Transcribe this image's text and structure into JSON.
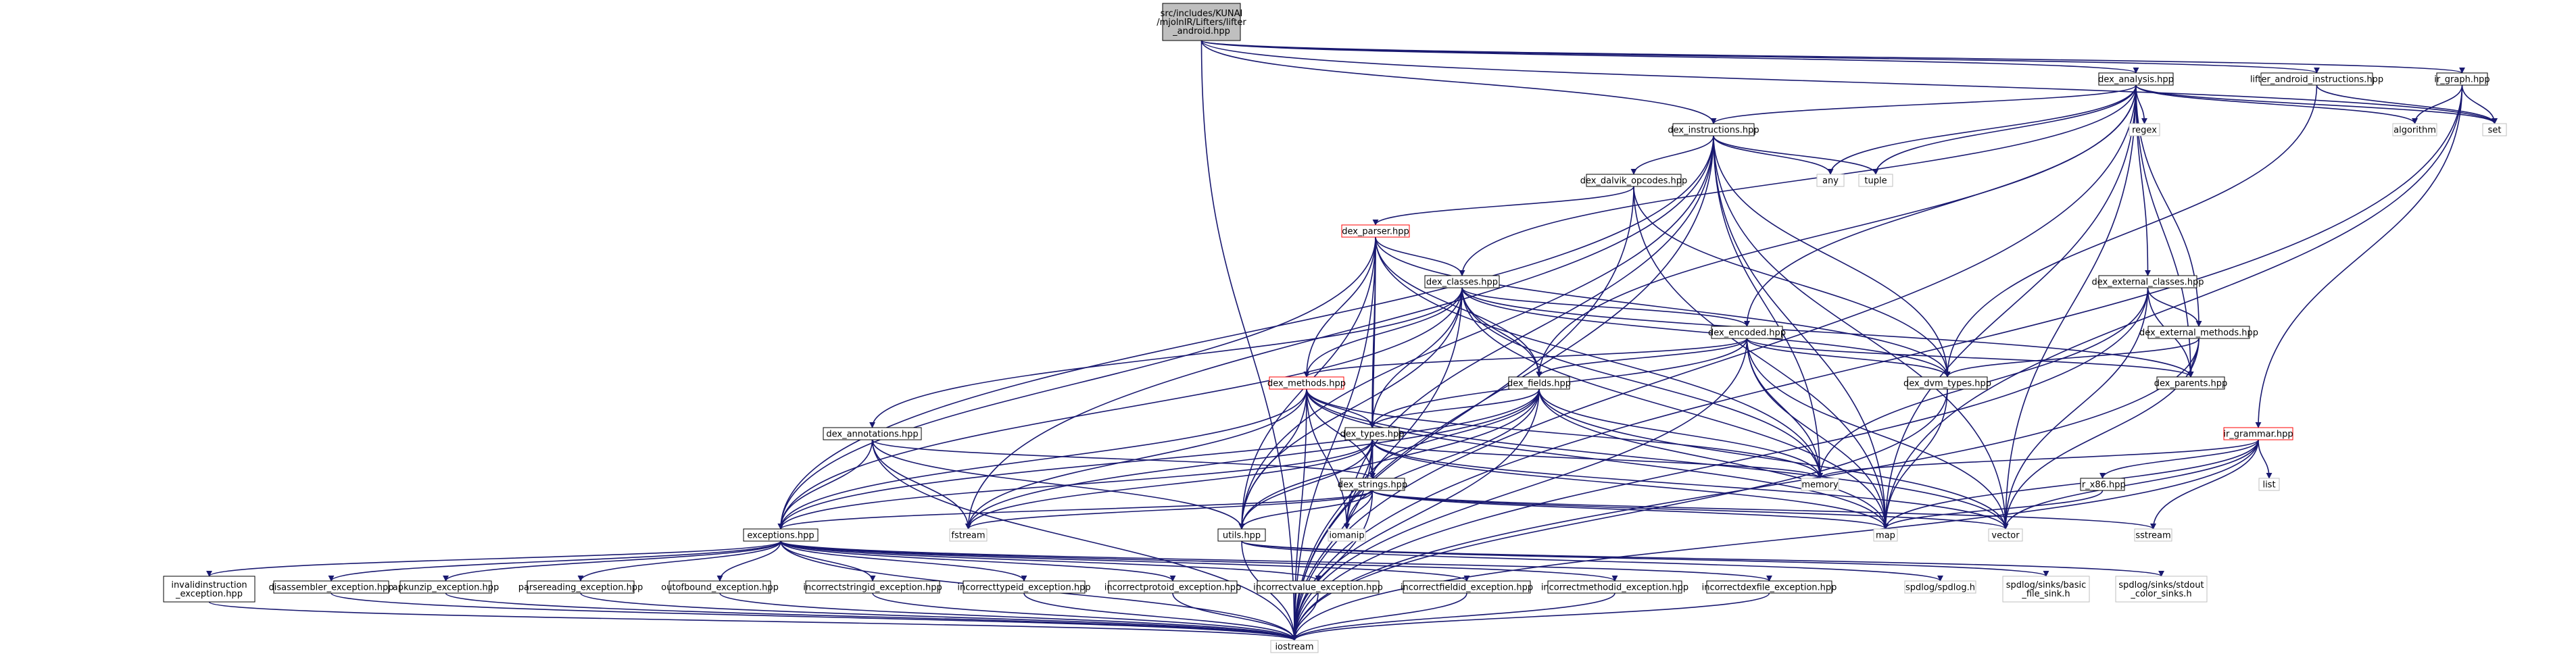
{
  "colors": {
    "edge": "#191970",
    "node_fill": "#ffffff",
    "node_border": "#000000",
    "node_border_truncated": "#ff0000",
    "root_fill": "#bfbfbf",
    "system_border": "#bfbfbf"
  },
  "nodes": [
    {
      "id": "root",
      "lines": [
        "src/includes/KUNAI",
        "/mjolnIR/Lifters/lifter",
        "_android.hpp"
      ],
      "style": "root"
    },
    {
      "id": "dex_analysis",
      "lines": [
        "dex_analysis.hpp"
      ],
      "style": "normal"
    },
    {
      "id": "lifter_android_instructions",
      "lines": [
        "lifter_android_instructions.hpp"
      ],
      "style": "normal"
    },
    {
      "id": "ir_graph",
      "lines": [
        "ir_graph.hpp"
      ],
      "style": "normal"
    },
    {
      "id": "dex_instructions",
      "lines": [
        "dex_instructions.hpp"
      ],
      "style": "normal"
    },
    {
      "id": "regex",
      "lines": [
        "regex"
      ],
      "style": "system"
    },
    {
      "id": "algorithm",
      "lines": [
        "algorithm"
      ],
      "style": "system"
    },
    {
      "id": "set",
      "lines": [
        "set"
      ],
      "style": "system"
    },
    {
      "id": "dex_dalvik_opcodes",
      "lines": [
        "dex_dalvik_opcodes.hpp"
      ],
      "style": "normal"
    },
    {
      "id": "any",
      "lines": [
        "any"
      ],
      "style": "system"
    },
    {
      "id": "tuple",
      "lines": [
        "tuple"
      ],
      "style": "system"
    },
    {
      "id": "dex_parser",
      "lines": [
        "dex_parser.hpp"
      ],
      "style": "truncated"
    },
    {
      "id": "dex_external_classes",
      "lines": [
        "dex_external_classes.hpp"
      ],
      "style": "normal"
    },
    {
      "id": "dex_classes",
      "lines": [
        "dex_classes.hpp"
      ],
      "style": "normal"
    },
    {
      "id": "dex_external_methods",
      "lines": [
        "dex_external_methods.hpp"
      ],
      "style": "normal"
    },
    {
      "id": "dex_encoded",
      "lines": [
        "dex_encoded.hpp"
      ],
      "style": "normal"
    },
    {
      "id": "dex_dvm_types",
      "lines": [
        "dex_dvm_types.hpp"
      ],
      "style": "normal"
    },
    {
      "id": "dex_parents",
      "lines": [
        "dex_parents.hpp"
      ],
      "style": "normal"
    },
    {
      "id": "dex_methods",
      "lines": [
        "dex_methods.hpp"
      ],
      "style": "truncated"
    },
    {
      "id": "dex_fields",
      "lines": [
        "dex_fields.hpp"
      ],
      "style": "normal"
    },
    {
      "id": "ir_grammar",
      "lines": [
        "ir_grammar.hpp"
      ],
      "style": "truncated"
    },
    {
      "id": "dex_annotations",
      "lines": [
        "dex_annotations.hpp"
      ],
      "style": "normal"
    },
    {
      "id": "dex_types",
      "lines": [
        "dex_types.hpp"
      ],
      "style": "normal"
    },
    {
      "id": "memory",
      "lines": [
        "memory"
      ],
      "style": "system"
    },
    {
      "id": "list",
      "lines": [
        "list"
      ],
      "style": "system"
    },
    {
      "id": "ir_x86",
      "lines": [
        "ir_x86.hpp"
      ],
      "style": "normal"
    },
    {
      "id": "dex_strings",
      "lines": [
        "dex_strings.hpp"
      ],
      "style": "normal"
    },
    {
      "id": "map",
      "lines": [
        "map"
      ],
      "style": "system"
    },
    {
      "id": "vector",
      "lines": [
        "vector"
      ],
      "style": "system"
    },
    {
      "id": "sstream",
      "lines": [
        "sstream"
      ],
      "style": "system"
    },
    {
      "id": "exceptions",
      "lines": [
        "exceptions.hpp"
      ],
      "style": "normal"
    },
    {
      "id": "fstream",
      "lines": [
        "fstream"
      ],
      "style": "system"
    },
    {
      "id": "utils",
      "lines": [
        "utils.hpp"
      ],
      "style": "normal"
    },
    {
      "id": "iomanip",
      "lines": [
        "iomanip"
      ],
      "style": "system"
    },
    {
      "id": "invalidinstruction_exception",
      "lines": [
        "invalidinstruction",
        "_exception.hpp"
      ],
      "style": "normal"
    },
    {
      "id": "disassembler_exception",
      "lines": [
        "disassembler_exception.hpp"
      ],
      "style": "normal"
    },
    {
      "id": "apkunzip_exception",
      "lines": [
        "apkunzip_exception.hpp"
      ],
      "style": "normal"
    },
    {
      "id": "parsereading_exception",
      "lines": [
        "parsereading_exception.hpp"
      ],
      "style": "normal"
    },
    {
      "id": "outofbound_exception",
      "lines": [
        "outofbound_exception.hpp"
      ],
      "style": "normal"
    },
    {
      "id": "incorrectstringid_exception",
      "lines": [
        "incorrectstringid_exception.hpp"
      ],
      "style": "normal"
    },
    {
      "id": "incorrecttypeid_exception",
      "lines": [
        "incorrecttypeid_exception.hpp"
      ],
      "style": "normal"
    },
    {
      "id": "incorrectprotoid_exception",
      "lines": [
        "incorrectprotoid_exception.hpp"
      ],
      "style": "normal"
    },
    {
      "id": "incorrectvalue_exception",
      "lines": [
        "incorrectvalue_exception.hpp"
      ],
      "style": "normal"
    },
    {
      "id": "incorrectfieldid_exception",
      "lines": [
        "incorrectfieldid_exception.hpp"
      ],
      "style": "normal"
    },
    {
      "id": "incorrectmethodid_exception",
      "lines": [
        "incorrectmethodid_exception.hpp"
      ],
      "style": "normal"
    },
    {
      "id": "incorrectdexfile_exception",
      "lines": [
        "incorrectdexfile_exception.hpp"
      ],
      "style": "normal"
    },
    {
      "id": "spdlog",
      "lines": [
        "spdlog/spdlog.h"
      ],
      "style": "system"
    },
    {
      "id": "spdlog_basic",
      "lines": [
        "spdlog/sinks/basic",
        "_file_sink.h"
      ],
      "style": "system"
    },
    {
      "id": "spdlog_stdout",
      "lines": [
        "spdlog/sinks/stdout",
        "_color_sinks.h"
      ],
      "style": "system"
    },
    {
      "id": "iostream",
      "lines": [
        "iostream"
      ],
      "style": "system"
    }
  ],
  "edges": [
    [
      "root",
      "dex_analysis"
    ],
    [
      "root",
      "lifter_android_instructions"
    ],
    [
      "root",
      "ir_graph"
    ],
    [
      "root",
      "dex_instructions"
    ],
    [
      "root",
      "set"
    ],
    [
      "root",
      "iostream"
    ],
    [
      "dex_analysis",
      "dex_instructions"
    ],
    [
      "dex_analysis",
      "regex"
    ],
    [
      "dex_analysis",
      "algorithm"
    ],
    [
      "dex_analysis",
      "set"
    ],
    [
      "dex_analysis",
      "any"
    ],
    [
      "dex_analysis",
      "tuple"
    ],
    [
      "dex_analysis",
      "dex_classes"
    ],
    [
      "dex_analysis",
      "dex_external_classes"
    ],
    [
      "dex_analysis",
      "dex_external_methods"
    ],
    [
      "dex_analysis",
      "dex_encoded"
    ],
    [
      "dex_analysis",
      "dex_fields"
    ],
    [
      "dex_analysis",
      "dex_parents"
    ],
    [
      "dex_analysis",
      "map"
    ],
    [
      "dex_analysis",
      "vector"
    ],
    [
      "dex_analysis",
      "iostream"
    ],
    [
      "lifter_android_instructions",
      "dex_dvm_types"
    ],
    [
      "lifter_android_instructions",
      "set"
    ],
    [
      "ir_graph",
      "algorithm"
    ],
    [
      "ir_graph",
      "set"
    ],
    [
      "ir_graph",
      "ir_grammar"
    ],
    [
      "ir_graph",
      "map"
    ],
    [
      "ir_graph",
      "iostream"
    ],
    [
      "dex_instructions",
      "dex_dalvik_opcodes"
    ],
    [
      "dex_instructions",
      "any"
    ],
    [
      "dex_instructions",
      "tuple"
    ],
    [
      "dex_instructions",
      "dex_dvm_types"
    ],
    [
      "dex_instructions",
      "exceptions"
    ],
    [
      "dex_instructions",
      "utils"
    ],
    [
      "dex_instructions",
      "fstream"
    ],
    [
      "dex_instructions",
      "memory"
    ],
    [
      "dex_instructions",
      "map"
    ],
    [
      "dex_instructions",
      "vector"
    ],
    [
      "dex_instructions",
      "iomanip"
    ],
    [
      "dex_instructions",
      "iostream"
    ],
    [
      "dex_dalvik_opcodes",
      "dex_parser"
    ],
    [
      "dex_dalvik_opcodes",
      "dex_dvm_types"
    ],
    [
      "dex_dalvik_opcodes",
      "map"
    ],
    [
      "dex_dalvik_opcodes",
      "iostream"
    ],
    [
      "dex_parser",
      "dex_classes"
    ],
    [
      "dex_parser",
      "dex_methods"
    ],
    [
      "dex_parser",
      "dex_fields"
    ],
    [
      "dex_parser",
      "dex_types"
    ],
    [
      "dex_parser",
      "dex_strings"
    ],
    [
      "dex_parser",
      "dex_dvm_types"
    ],
    [
      "dex_parser",
      "exceptions"
    ],
    [
      "dex_parser",
      "utils"
    ],
    [
      "dex_parser",
      "memory"
    ],
    [
      "dex_parser",
      "iostream"
    ],
    [
      "dex_external_classes",
      "dex_external_methods"
    ],
    [
      "dex_external_classes",
      "dex_parents"
    ],
    [
      "dex_external_classes",
      "memory"
    ],
    [
      "dex_external_classes",
      "vector"
    ],
    [
      "dex_external_classes",
      "iostream"
    ],
    [
      "dex_classes",
      "dex_encoded"
    ],
    [
      "dex_classes",
      "dex_annotations"
    ],
    [
      "dex_classes",
      "dex_methods"
    ],
    [
      "dex_classes",
      "dex_fields"
    ],
    [
      "dex_classes",
      "dex_types"
    ],
    [
      "dex_classes",
      "dex_dvm_types"
    ],
    [
      "dex_classes",
      "dex_parents"
    ],
    [
      "dex_classes",
      "exceptions"
    ],
    [
      "dex_classes",
      "utils"
    ],
    [
      "dex_classes",
      "memory"
    ],
    [
      "dex_classes",
      "map"
    ],
    [
      "dex_classes",
      "iostream"
    ],
    [
      "dex_external_methods",
      "dex_dvm_types"
    ],
    [
      "dex_external_methods",
      "dex_parents"
    ],
    [
      "dex_external_methods",
      "vector"
    ],
    [
      "dex_external_methods",
      "iostream"
    ],
    [
      "dex_encoded",
      "dex_dvm_types"
    ],
    [
      "dex_encoded",
      "dex_parents"
    ],
    [
      "dex_encoded",
      "dex_methods"
    ],
    [
      "dex_encoded",
      "dex_fields"
    ],
    [
      "dex_encoded",
      "dex_types"
    ],
    [
      "dex_encoded",
      "memory"
    ],
    [
      "dex_encoded",
      "map"
    ],
    [
      "dex_encoded",
      "vector"
    ],
    [
      "dex_encoded",
      "iostream"
    ],
    [
      "dex_dvm_types",
      "map"
    ],
    [
      "dex_dvm_types",
      "iostream"
    ],
    [
      "dex_methods",
      "dex_types"
    ],
    [
      "dex_methods",
      "dex_strings"
    ],
    [
      "dex_methods",
      "exceptions"
    ],
    [
      "dex_methods",
      "fstream"
    ],
    [
      "dex_methods",
      "utils"
    ],
    [
      "dex_methods",
      "iomanip"
    ],
    [
      "dex_methods",
      "memory"
    ],
    [
      "dex_methods",
      "map"
    ],
    [
      "dex_methods",
      "vector"
    ],
    [
      "dex_methods",
      "iostream"
    ],
    [
      "dex_fields",
      "dex_types"
    ],
    [
      "dex_fields",
      "dex_strings"
    ],
    [
      "dex_fields",
      "exceptions"
    ],
    [
      "dex_fields",
      "fstream"
    ],
    [
      "dex_fields",
      "utils"
    ],
    [
      "dex_fields",
      "iomanip"
    ],
    [
      "dex_fields",
      "memory"
    ],
    [
      "dex_fields",
      "map"
    ],
    [
      "dex_fields",
      "vector"
    ],
    [
      "dex_fields",
      "iostream"
    ],
    [
      "ir_grammar",
      "memory"
    ],
    [
      "ir_grammar",
      "list"
    ],
    [
      "ir_grammar",
      "ir_x86"
    ],
    [
      "ir_grammar",
      "vector"
    ],
    [
      "ir_grammar",
      "sstream"
    ],
    [
      "ir_grammar",
      "map"
    ],
    [
      "ir_grammar",
      "iostream"
    ],
    [
      "dex_annotations",
      "dex_strings"
    ],
    [
      "dex_annotations",
      "exceptions"
    ],
    [
      "dex_annotations",
      "fstream"
    ],
    [
      "dex_annotations",
      "utils"
    ],
    [
      "dex_annotations",
      "iostream"
    ],
    [
      "dex_types",
      "dex_strings"
    ],
    [
      "dex_types",
      "exceptions"
    ],
    [
      "dex_types",
      "fstream"
    ],
    [
      "dex_types",
      "utils"
    ],
    [
      "dex_types",
      "iomanip"
    ],
    [
      "dex_types",
      "memory"
    ],
    [
      "dex_types",
      "map"
    ],
    [
      "dex_types",
      "vector"
    ],
    [
      "dex_types",
      "iostream"
    ],
    [
      "ir_x86",
      "map"
    ],
    [
      "dex_strings",
      "exceptions"
    ],
    [
      "dex_strings",
      "fstream"
    ],
    [
      "dex_strings",
      "utils"
    ],
    [
      "dex_strings",
      "iomanip"
    ],
    [
      "dex_strings",
      "map"
    ],
    [
      "dex_strings",
      "vector"
    ],
    [
      "dex_strings",
      "sstream"
    ],
    [
      "dex_strings",
      "iostream"
    ],
    [
      "exceptions",
      "invalidinstruction_exception"
    ],
    [
      "exceptions",
      "disassembler_exception"
    ],
    [
      "exceptions",
      "apkunzip_exception"
    ],
    [
      "exceptions",
      "parsereading_exception"
    ],
    [
      "exceptions",
      "outofbound_exception"
    ],
    [
      "exceptions",
      "incorrectstringid_exception"
    ],
    [
      "exceptions",
      "incorrecttypeid_exception"
    ],
    [
      "exceptions",
      "incorrectprotoid_exception"
    ],
    [
      "exceptions",
      "incorrectvalue_exception"
    ],
    [
      "exceptions",
      "incorrectfieldid_exception"
    ],
    [
      "exceptions",
      "incorrectmethodid_exception"
    ],
    [
      "exceptions",
      "incorrectdexfile_exception"
    ],
    [
      "exceptions",
      "iostream"
    ],
    [
      "utils",
      "spdlog"
    ],
    [
      "utils",
      "spdlog_basic"
    ],
    [
      "utils",
      "spdlog_stdout"
    ],
    [
      "utils",
      "iostream"
    ],
    [
      "invalidinstruction_exception",
      "iostream"
    ],
    [
      "disassembler_exception",
      "iostream"
    ],
    [
      "apkunzip_exception",
      "iostream"
    ],
    [
      "parsereading_exception",
      "iostream"
    ],
    [
      "outofbound_exception",
      "iostream"
    ],
    [
      "incorrectstringid_exception",
      "iostream"
    ],
    [
      "incorrecttypeid_exception",
      "iostream"
    ],
    [
      "incorrectprotoid_exception",
      "iostream"
    ],
    [
      "incorrectvalue_exception",
      "iostream"
    ],
    [
      "incorrectfieldid_exception",
      "iostream"
    ],
    [
      "incorrectmethodid_exception",
      "iostream"
    ],
    [
      "incorrectdexfile_exception",
      "iostream"
    ]
  ]
}
